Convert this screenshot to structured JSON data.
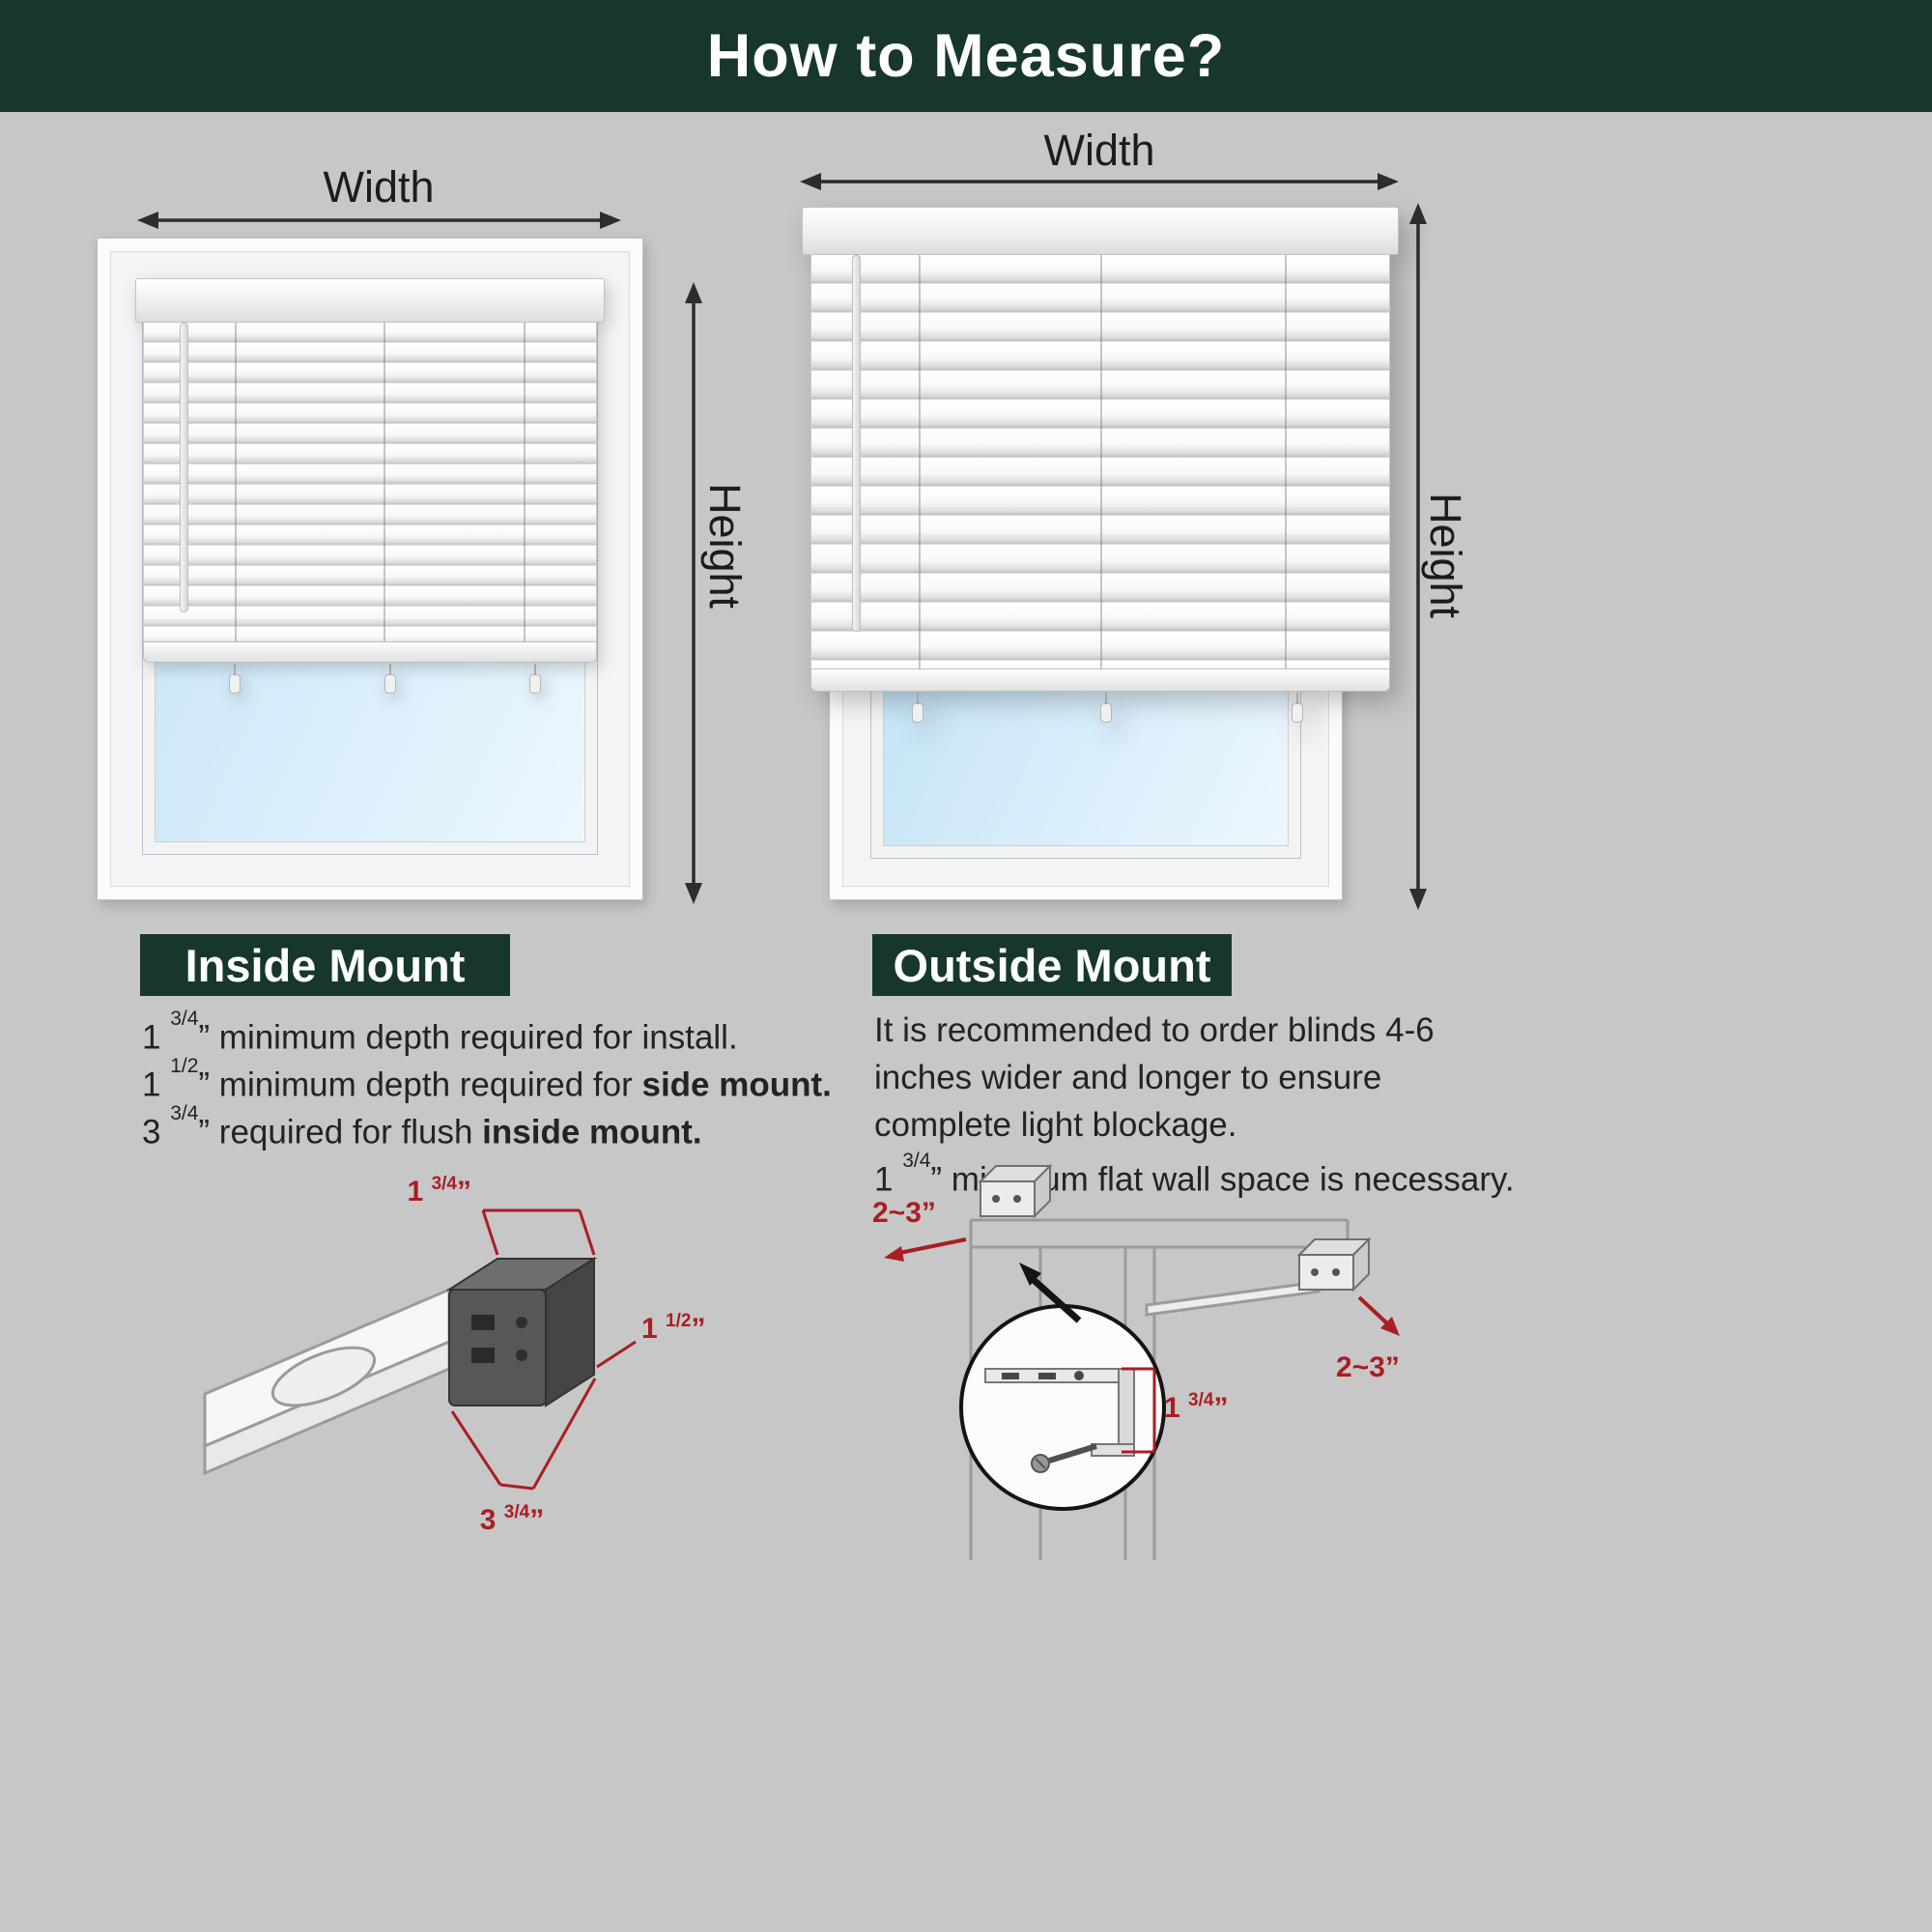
{
  "header": {
    "title": "How to Measure?"
  },
  "colors": {
    "teal": "#17362E",
    "background": "#C7C7C7",
    "dimension_red": "#A91E23",
    "glass_blue": "#CFE9F8"
  },
  "inside": {
    "width_label": "Width",
    "height_label": "Height",
    "heading": "Inside Mount",
    "notes": [
      {
        "lead": "1 ",
        "sup": "3/4",
        "text": "” minimum depth required for install.",
        "bold": ""
      },
      {
        "lead": "1 ",
        "sup": "1/2",
        "text": "” minimum depth required for ",
        "bold": "side mount."
      },
      {
        "lead": "3 ",
        "sup": "3/4",
        "text": "” required for flush ",
        "bold": "inside mount."
      }
    ],
    "dims": {
      "d1": {
        "lead": "1 ",
        "sup": "3/4",
        "unit": "”"
      },
      "d2": {
        "lead": "1 ",
        "sup": "1/2",
        "unit": "”"
      },
      "d3": {
        "lead": "3 ",
        "sup": "3/4",
        "unit": "”"
      }
    }
  },
  "outside": {
    "width_label": "Width",
    "height_label": "Height",
    "heading": "Outside Mount",
    "notes_plain": [
      "It is recommended to order blinds 4-6",
      "inches wider and longer to ensure",
      "complete light blockage."
    ],
    "note_last": {
      "lead": "1 ",
      "sup": "3/4",
      "text": "” minimum flat wall space is necessary."
    },
    "dims": {
      "left": "2~3”",
      "right": "2~3”",
      "wall": {
        "lead": "1 ",
        "sup": "3/4",
        "unit": "”"
      }
    }
  }
}
